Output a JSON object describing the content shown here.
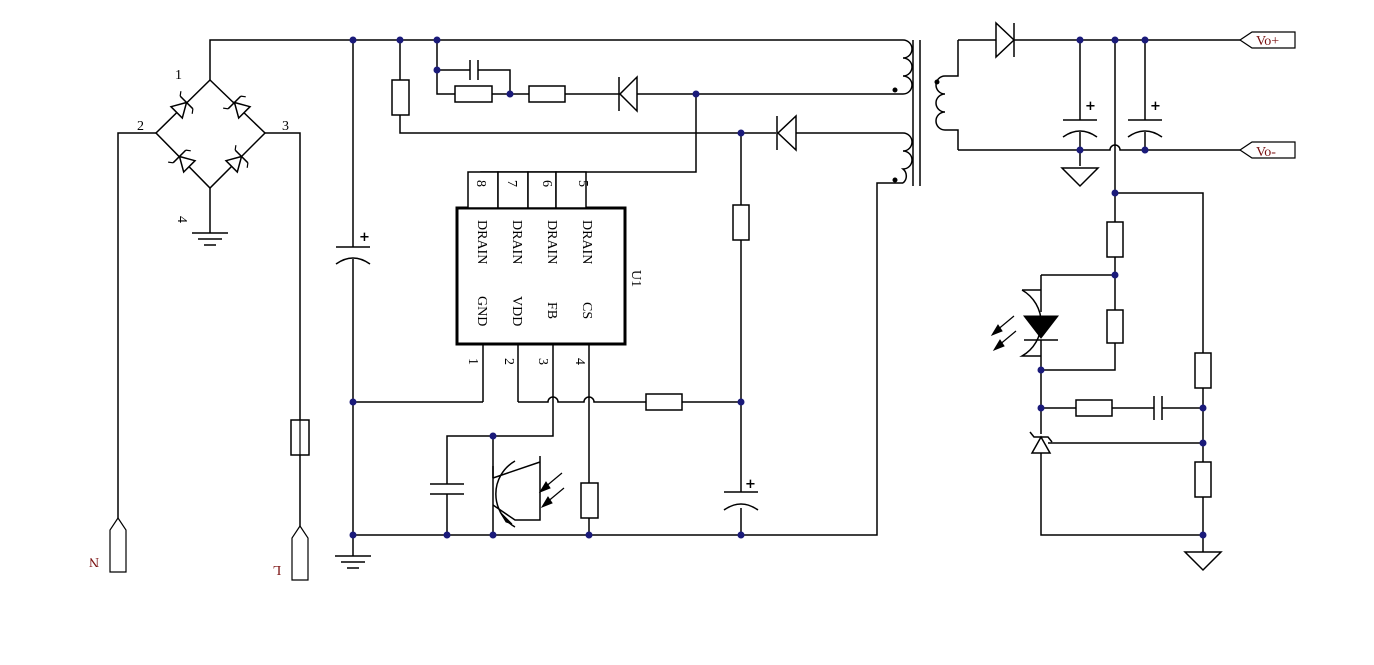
{
  "ic": {
    "ref": "U1",
    "top_pins": [
      {
        "num": "8",
        "name": "DRAIN"
      },
      {
        "num": "7",
        "name": "DRAIN"
      },
      {
        "num": "6",
        "name": "DRAIN"
      },
      {
        "num": "5",
        "name": "DRAIN"
      }
    ],
    "bottom_pins": [
      {
        "num": "1",
        "name": "GND"
      },
      {
        "num": "2",
        "name": "VDD"
      },
      {
        "num": "3",
        "name": "FB"
      },
      {
        "num": "4",
        "name": "CS"
      }
    ]
  },
  "bridge": {
    "terminals": [
      "1",
      "2",
      "3",
      "4"
    ]
  },
  "ports": {
    "neutral": "N",
    "line": "L",
    "vout_pos": "Vo+",
    "vout_neg": "Vo-"
  },
  "polarity_mark": "+"
}
